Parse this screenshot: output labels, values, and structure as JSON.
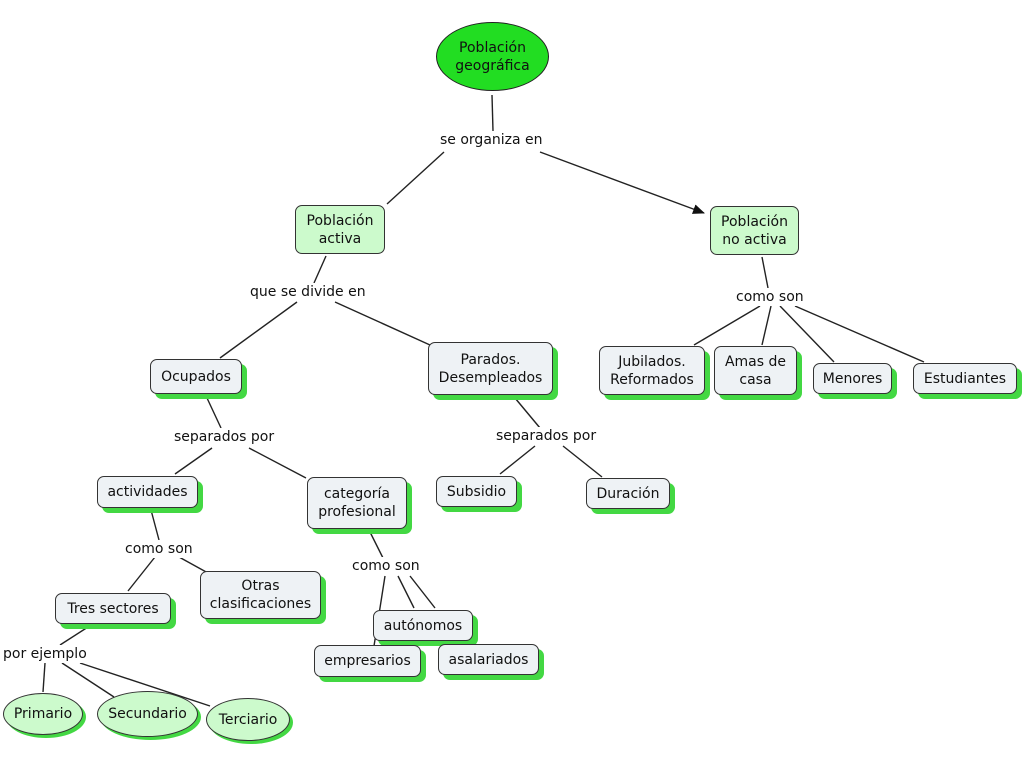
{
  "map": {
    "root": "Población\ngeográfica",
    "links": {
      "organiza": "se organiza en",
      "divide": "que se divide en",
      "comoson_noactiva": "como son",
      "separados_ocupados": "separados por",
      "separados_parados": "separados por",
      "comoson_actividades": "como son",
      "comoson_categoria": "como son",
      "ejemplo": "por ejemplo"
    },
    "nodes": {
      "activa": "Población\nactiva",
      "noactiva": "Población\nno activa",
      "ocupados": "Ocupados",
      "parados": "Parados.\nDesempleados",
      "jubilados": "Jubilados.\nReformados",
      "amas": "Amas de\ncasa",
      "menores": "Menores",
      "estudiantes": "Estudiantes",
      "actividades": "actividades",
      "categoria": "categoría\nprofesional",
      "subsidio": "Subsidio",
      "duracion": "Duración",
      "tres": "Tres sectores",
      "otras": "Otras\nclasificaciones",
      "autonomos": "autónomos",
      "empresarios": "empresarios",
      "asalariados": "asalariados",
      "primario": "Primario",
      "secundario": "Secundario",
      "terciario": "Terciario"
    }
  },
  "colors": {
    "root_fill": "#22dd22",
    "light_green": "#ccfacc",
    "box_fill": "#eef2f5",
    "shadow_green": "#43d843",
    "line": "#222222"
  }
}
